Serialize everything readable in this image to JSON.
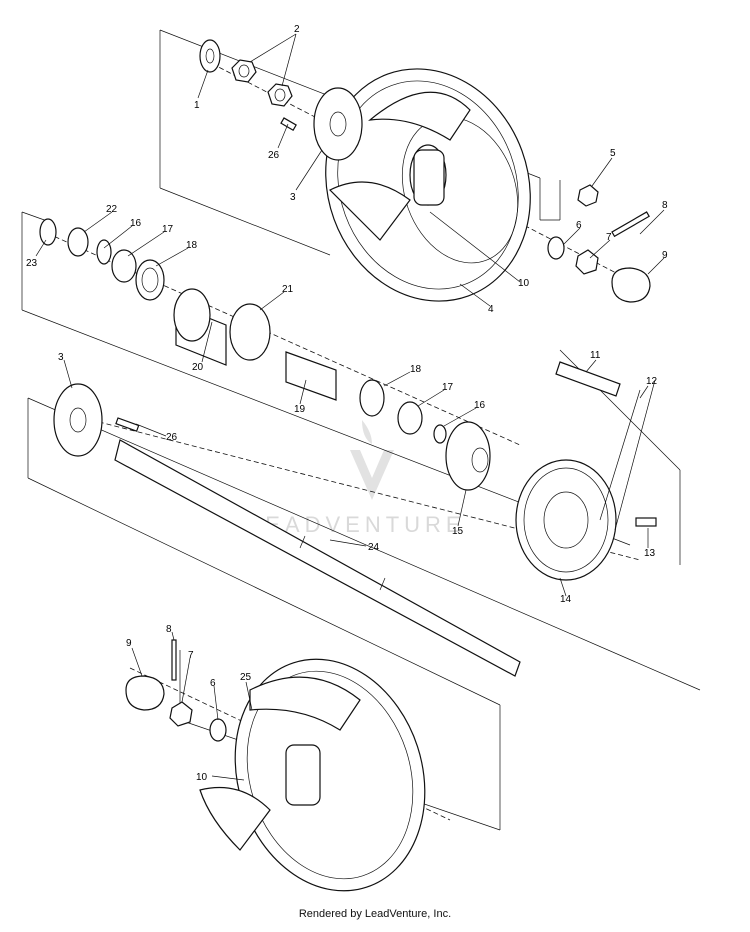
{
  "callouts": [
    {
      "id": "c1",
      "text": "1"
    },
    {
      "id": "c2",
      "text": "2"
    },
    {
      "id": "c26a",
      "text": "26"
    },
    {
      "id": "c3a",
      "text": "3"
    },
    {
      "id": "c5",
      "text": "5"
    },
    {
      "id": "c6a",
      "text": "6"
    },
    {
      "id": "c8a",
      "text": "8"
    },
    {
      "id": "c7a",
      "text": "7"
    },
    {
      "id": "c9a",
      "text": "9"
    },
    {
      "id": "c10a",
      "text": "10"
    },
    {
      "id": "c4",
      "text": "4"
    },
    {
      "id": "c22",
      "text": "22"
    },
    {
      "id": "c16a",
      "text": "16"
    },
    {
      "id": "c17a",
      "text": "17"
    },
    {
      "id": "c18a",
      "text": "18"
    },
    {
      "id": "c23",
      "text": "23"
    },
    {
      "id": "c21",
      "text": "21"
    },
    {
      "id": "c20",
      "text": "20"
    },
    {
      "id": "c19",
      "text": "19"
    },
    {
      "id": "c18b",
      "text": "18"
    },
    {
      "id": "c17b",
      "text": "17"
    },
    {
      "id": "c16b",
      "text": "16"
    },
    {
      "id": "c11",
      "text": "11"
    },
    {
      "id": "c12",
      "text": "12"
    },
    {
      "id": "c3b",
      "text": "3"
    },
    {
      "id": "c26b",
      "text": "26"
    },
    {
      "id": "c15",
      "text": "15"
    },
    {
      "id": "c13",
      "text": "13"
    },
    {
      "id": "c14",
      "text": "14"
    },
    {
      "id": "c24",
      "text": "24"
    },
    {
      "id": "c9b",
      "text": "9"
    },
    {
      "id": "c8b",
      "text": "8"
    },
    {
      "id": "c7b",
      "text": "7"
    },
    {
      "id": "c6b",
      "text": "6"
    },
    {
      "id": "c25",
      "text": "25"
    },
    {
      "id": "c10b",
      "text": "10"
    }
  ],
  "watermark": "LEADVENTURE",
  "footer": "Rendered by LeadVenture, Inc."
}
